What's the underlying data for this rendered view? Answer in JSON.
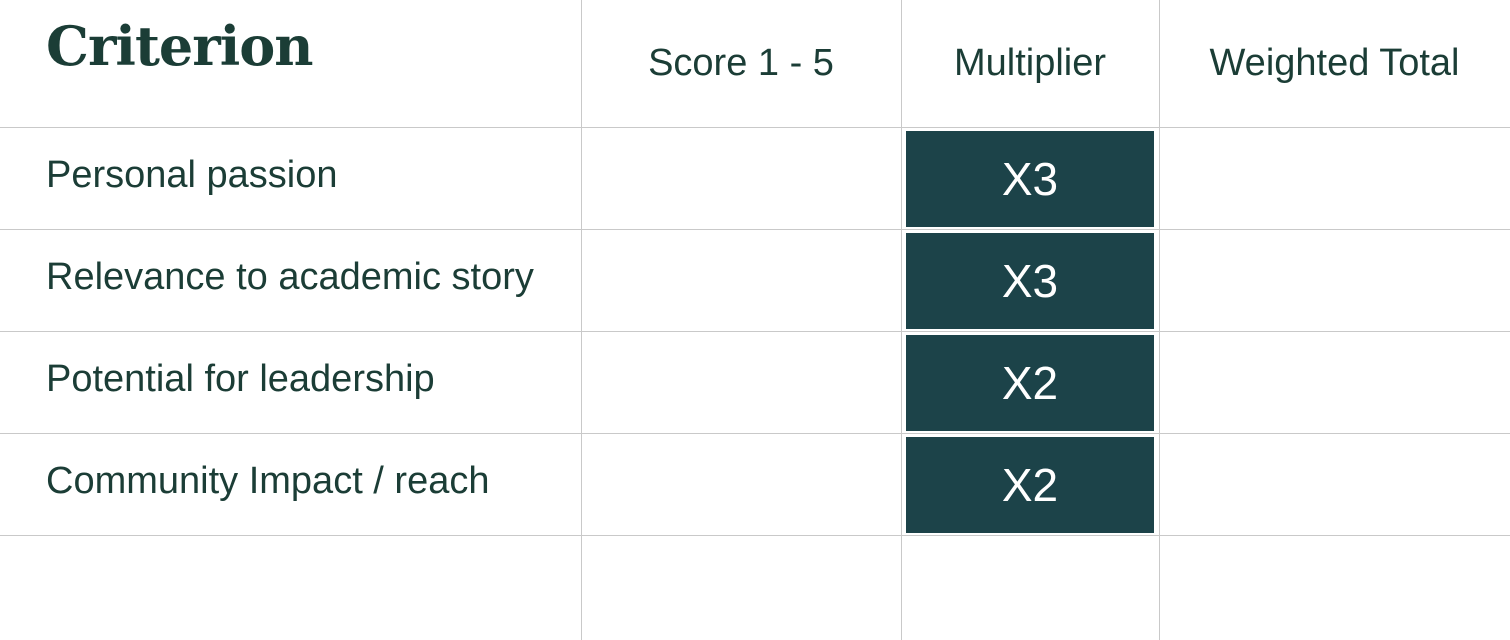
{
  "headers": {
    "criterion": "Criterion",
    "score": "Score 1 - 5",
    "multiplier": "Multiplier",
    "weighted_total": "Weighted Total"
  },
  "rows": [
    {
      "criterion": "Personal passion",
      "multiplier": "X3",
      "score": "",
      "weighted_total": ""
    },
    {
      "criterion": "Relevance to academic story",
      "multiplier": "X3",
      "score": "",
      "weighted_total": ""
    },
    {
      "criterion": "Potential for leadership",
      "multiplier": "X2",
      "score": "",
      "weighted_total": ""
    },
    {
      "criterion": "Community Impact / reach",
      "multiplier": "X2",
      "score": "",
      "weighted_total": ""
    }
  ],
  "colors": {
    "text": "#1b3d36",
    "multiplier_fill": "#1c4349",
    "multiplier_text": "#ffffff",
    "grid_line": "#c9c9c9",
    "background": "#ffffff"
  }
}
